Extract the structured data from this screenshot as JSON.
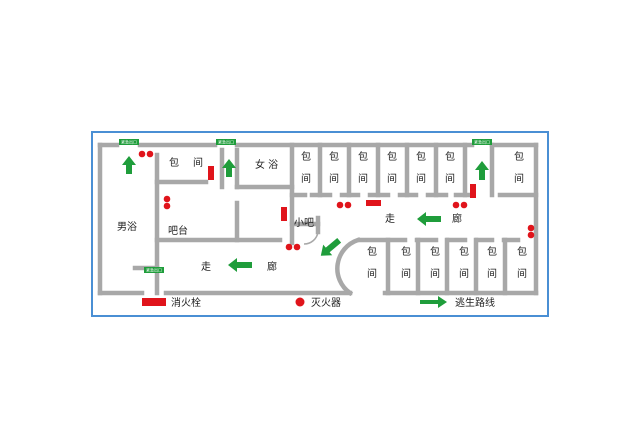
{
  "rooms": {
    "private_room_label": "包",
    "private_room_label2": "间",
    "womens_bath": "女  浴",
    "mens_bath": "男浴",
    "bar": "吧台",
    "small_bar": "小吧",
    "corridor_1": "走",
    "corridor_2": "廊"
  },
  "exit_sign_text": "紧急出口",
  "legend": {
    "hydrant": "消火栓",
    "extinguisher": "灭火器",
    "route": "逃生路线"
  },
  "colors": {
    "frame": "#4a8fd4",
    "wall": "#a8a8a8",
    "hydrant": "#e0141b",
    "extinguisher": "#e0141b",
    "arrow": "#1f9d3b",
    "exit_sign": "#1f9d3b"
  }
}
